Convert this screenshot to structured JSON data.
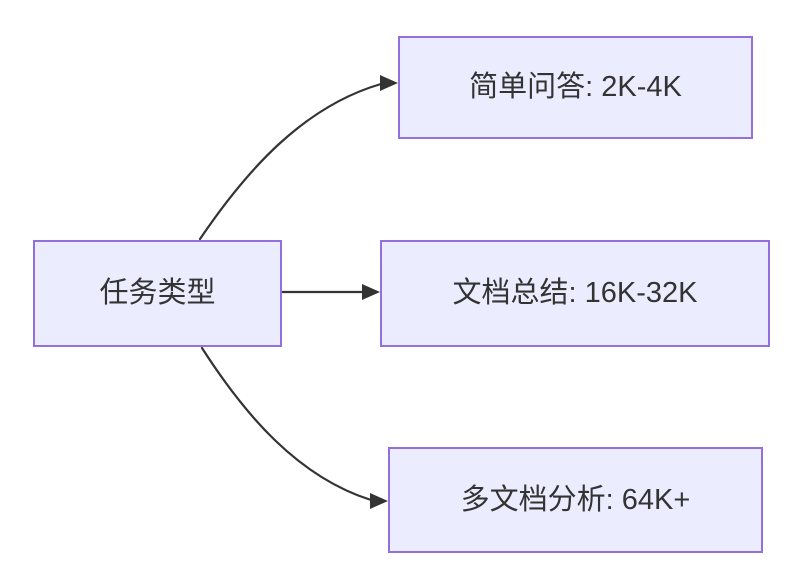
{
  "diagram": {
    "type": "flowchart",
    "direction": "left-to-right",
    "nodes": [
      {
        "id": "task-type",
        "label": "任务类型"
      },
      {
        "id": "simple-qa",
        "label": "简单问答: 2K-4K"
      },
      {
        "id": "doc-summary",
        "label": "文档总结: 16K-32K"
      },
      {
        "id": "multi-doc",
        "label": "多文档分析: 64K+"
      }
    ],
    "edges": [
      {
        "from": "task-type",
        "to": "simple-qa"
      },
      {
        "from": "task-type",
        "to": "doc-summary"
      },
      {
        "from": "task-type",
        "to": "multi-doc"
      }
    ],
    "colors": {
      "node_fill": "#ECECFF",
      "node_border": "#9370DB",
      "edge": "#333333",
      "text": "#333333",
      "background": "#FFFFFF"
    }
  }
}
